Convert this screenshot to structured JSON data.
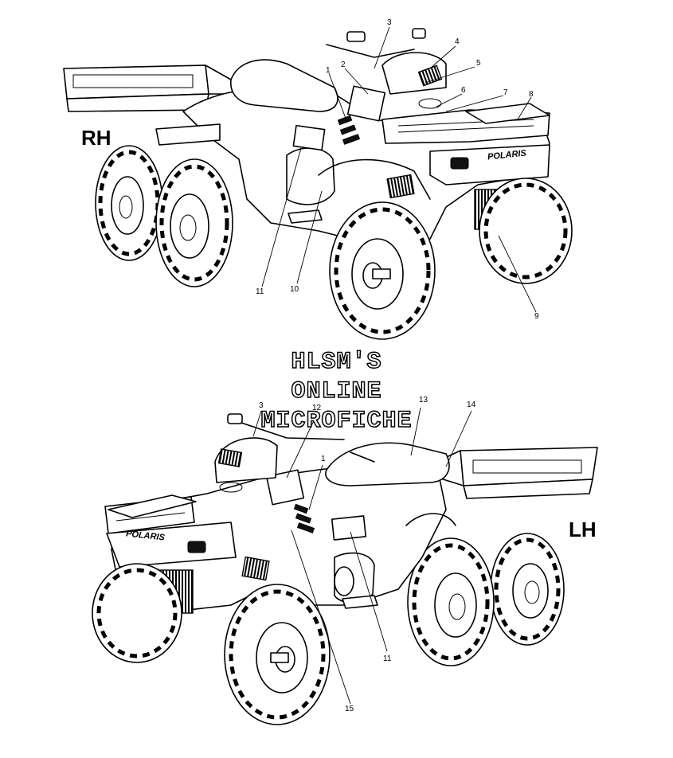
{
  "diagram": {
    "views": {
      "rh": {
        "label": "RH"
      },
      "lh": {
        "label": "LH"
      }
    },
    "watermark": {
      "line1": "HLSM'S",
      "line2": "ONLINE",
      "line3": "MICROFICHE"
    },
    "callouts": {
      "rh_1": "1",
      "rh_2": "2",
      "rh_3": "3",
      "rh_4": "4",
      "rh_5": "5",
      "rh_6": "6",
      "rh_7": "7",
      "rh_8": "8",
      "rh_9": "9",
      "rh_10": "10",
      "rh_11": "11",
      "lh_1": "1",
      "lh_3": "3",
      "lh_11": "11",
      "lh_12": "12",
      "lh_13": "13",
      "lh_14": "14",
      "lh_15": "15"
    },
    "brand_marks": {
      "rh_front": "POLARIS",
      "lh_front": "POLARIS"
    }
  }
}
